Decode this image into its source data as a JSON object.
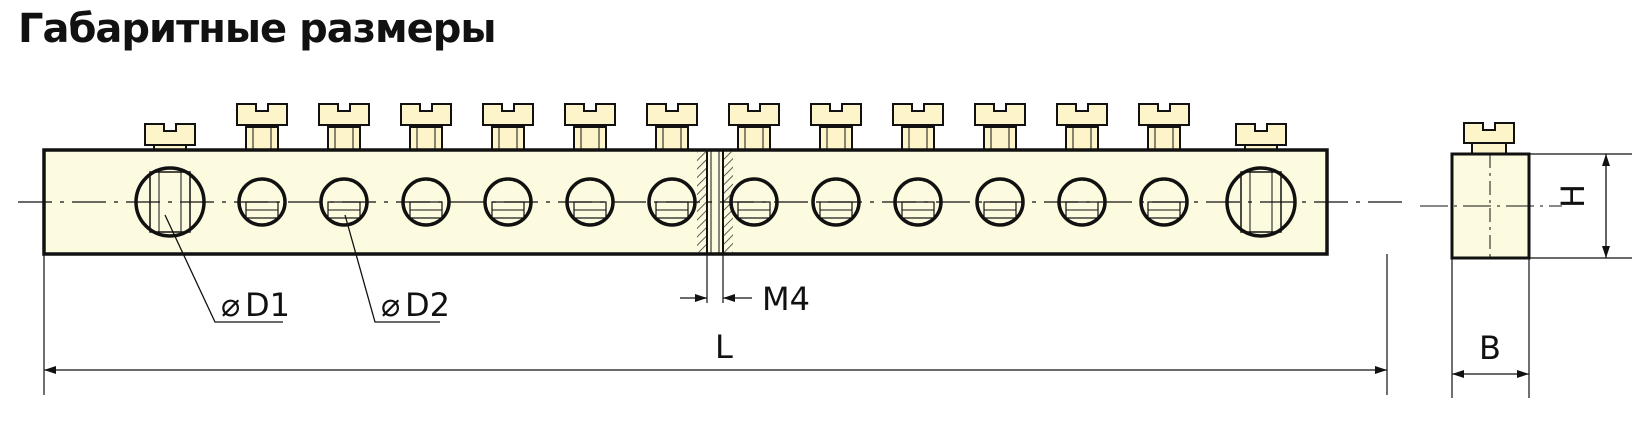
{
  "title": "Габаритные размеры",
  "labels": {
    "d1": "D1",
    "d2": "D2",
    "m4": "M4",
    "length": "L",
    "height": "H",
    "width": "B",
    "diameter_symbol": "⌀"
  },
  "colors": {
    "body_fill": "#fdfbdf",
    "screw_fill": "#fdf5c9",
    "outline": "#111111"
  },
  "bar": {
    "small_holes_per_side": 6,
    "large_end_holes": 2,
    "screws_total": 14
  }
}
